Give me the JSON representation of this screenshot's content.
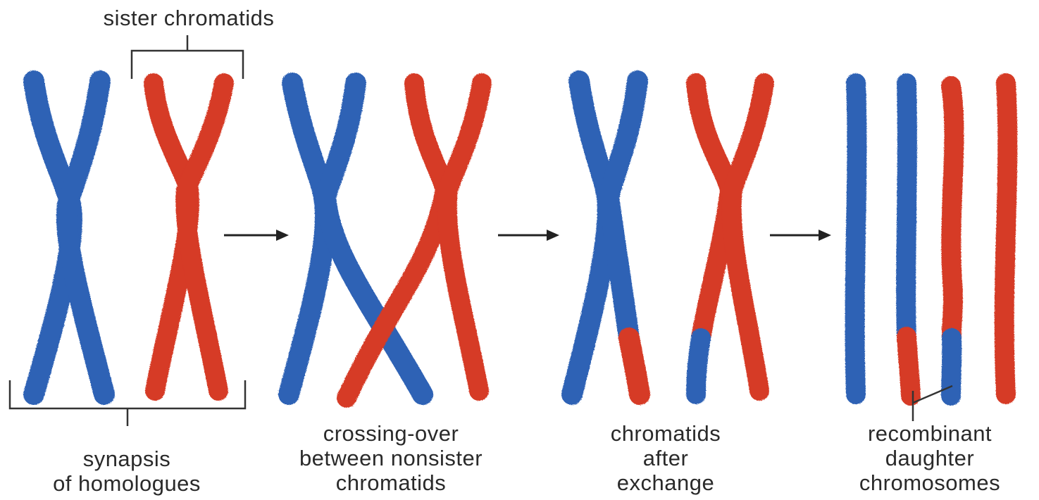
{
  "colors": {
    "homologue_a": "#2f62b5",
    "homologue_b": "#d63a26",
    "lines": "#333333",
    "text": "#2a2a2a"
  },
  "labels": {
    "sister_chromatids": "sister chromatids",
    "stage1": [
      "synapsis",
      "of homologues"
    ],
    "stage2": [
      "crossing-over",
      "between nonsister",
      "chromatids"
    ],
    "stage3": [
      "chromatids",
      "after",
      "exchange"
    ],
    "stage4": [
      "recombinant",
      "daughter",
      "chromosomes"
    ]
  },
  "icons": {
    "arrow": "right-arrow-icon",
    "bracket": "bracket-icon",
    "chromatid": "chromatid-icon"
  }
}
